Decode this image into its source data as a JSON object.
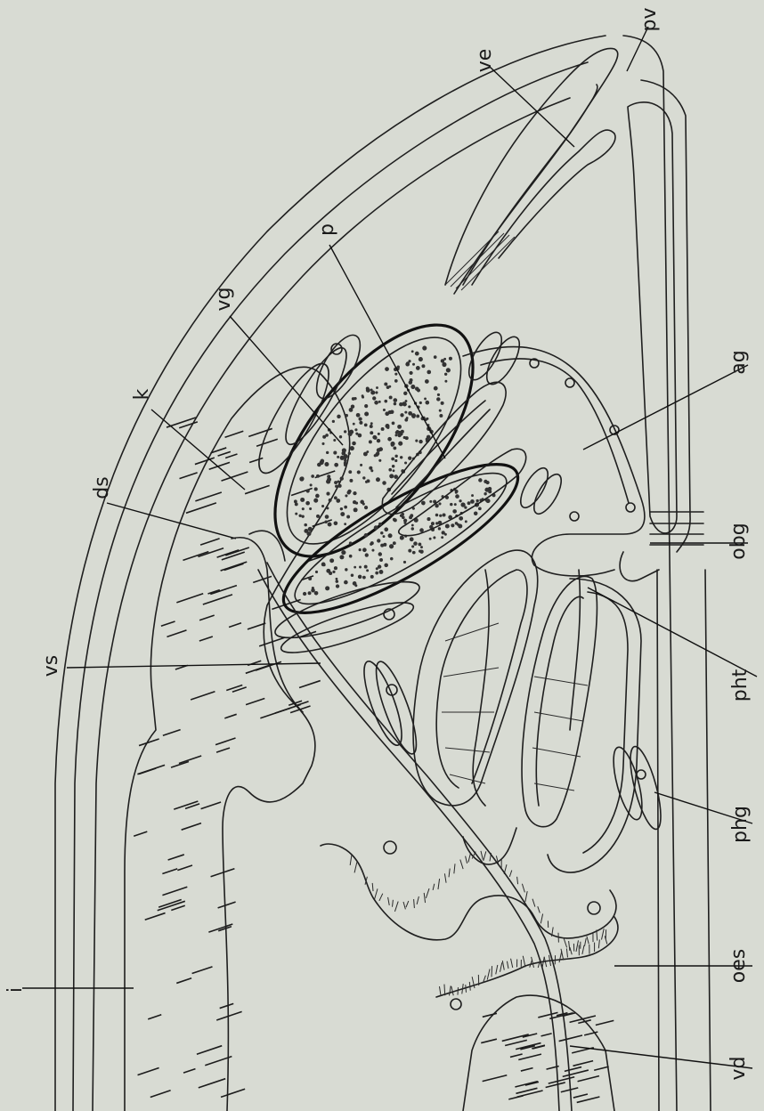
{
  "figure": {
    "labels": {
      "pv": "pv",
      "ve": "ve",
      "p": "p",
      "vg": "vg",
      "k": "k",
      "ds": "ds",
      "ag": "ag",
      "obg": "obg",
      "vs": "vs",
      "pht": "pht",
      "phg": "phg",
      "oes": "oes",
      "i": "i",
      "vd": "vd"
    },
    "colors": {
      "background": "#d8dbd3",
      "ink": "#1f1f1f"
    }
  }
}
